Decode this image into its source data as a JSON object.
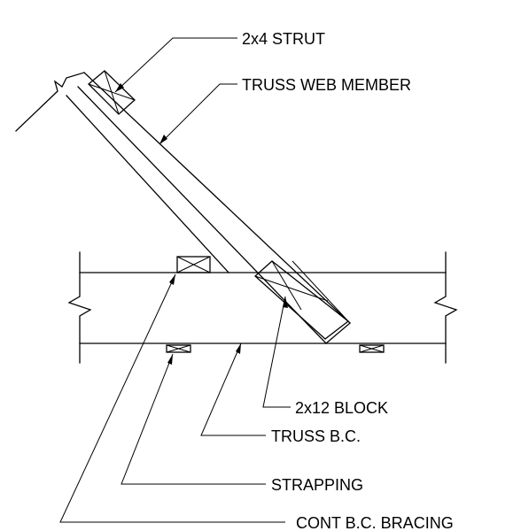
{
  "labels": {
    "strut": "2x4 STRUT",
    "web_member": "TRUSS WEB MEMBER",
    "block": "2x12 BLOCK",
    "bottom_chord": "TRUSS B.C.",
    "strapping": "STRAPPING",
    "bracing": "CONT B.C. BRACING"
  }
}
